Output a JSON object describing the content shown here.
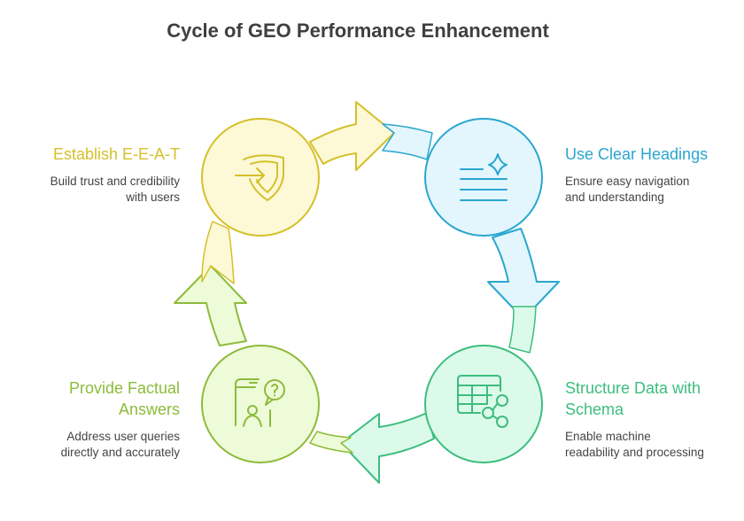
{
  "title": "Cycle of GEO Performance Enhancement",
  "steps": [
    {
      "id": "eeat",
      "heading": "Establish E-E-A-T",
      "description_lines": [
        "Build trust and credibility",
        "with users"
      ],
      "icon": "shield-enter-icon",
      "stroke": "#d4c02a",
      "fill": "#fdf8d6",
      "text_color": "#d4c02a"
    },
    {
      "id": "headings",
      "heading": "Use Clear Headings",
      "description_lines": [
        "Ensure easy navigation",
        "and understanding"
      ],
      "icon": "text-sparkle-icon",
      "stroke": "#2aa6cf",
      "fill": "#e3f6fd",
      "text_color": "#2aa6cf"
    },
    {
      "id": "schema",
      "heading_lines": [
        "Structure Data with",
        "Schema"
      ],
      "description_lines": [
        "Enable machine",
        "readability and processing"
      ],
      "icon": "table-share-icon",
      "stroke": "#3dbd7d",
      "fill": "#dcfaea",
      "text_color": "#3dbd7d"
    },
    {
      "id": "answers",
      "heading_lines": [
        "Provide Factual",
        "Answers"
      ],
      "description_lines": [
        "Address user queries",
        "directly and accurately"
      ],
      "icon": "user-question-icon",
      "stroke": "#8dbb3b",
      "fill": "#eefbd8",
      "text_color": "#8dbb3b"
    }
  ]
}
